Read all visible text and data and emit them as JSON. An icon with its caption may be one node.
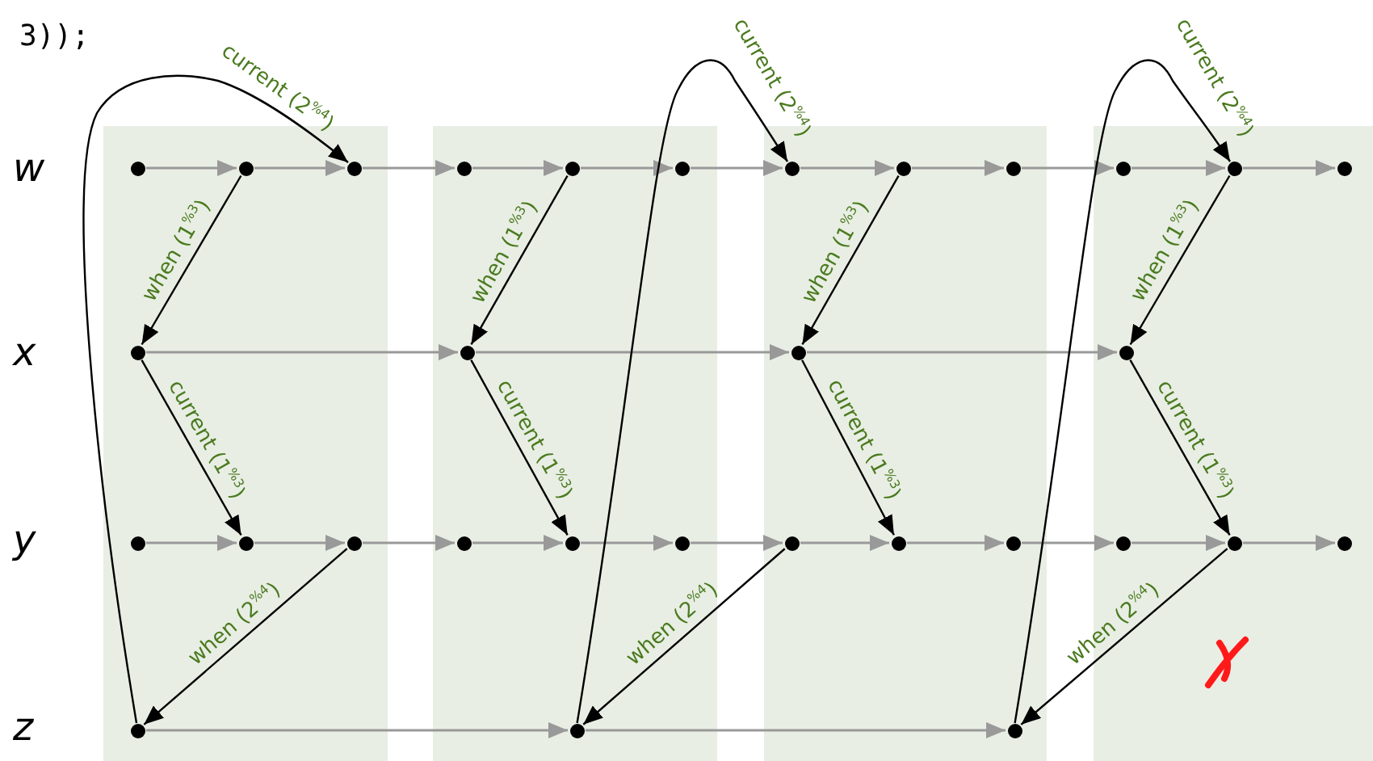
{
  "diagram": {
    "nodes": [
      {
        "text": [],
        "shape": "circle"
      },
      {
        "text": [],
        "shape": "circle"
      },
      {
        "text": [],
        "shape": "circle"
      },
      {
        "text": [],
        "shape": "circle"
      },
      {
        "text": [],
        "shape": "circle"
      },
      {
        "text": [],
        "shape": "circle"
      },
      {
        "text": [],
        "shape": "circle"
      },
      {
        "text": [],
        "shape": "circle"
      },
      {
        "text": [],
        "shape": "circle"
      },
      {
        "text": [],
        "shape": "circle"
      },
      {
        "text": [],
        "shape": "circle"
      },
      {
        "text": [],
        "shape": "circle"
      },
      {
        "text": [],
        "shape": "circle"
      },
      {
        "text": [],
        "shape": "circle"
      },
      {
        "text": [],
        "shape": "circle"
      },
      {
        "text": [],
        "shape": "circle"
      },
      {
        "text": [],
        "shape": "circle"
      },
      {
        "text": [],
        "shape": "circle"
      },
      {
        "text": [],
        "shape": "circle"
      },
      {
        "text": [],
        "shape": "circle"
      },
      {
        "text": [],
        "shape": "circle"
      },
      {
        "text": [],
        "shape": "circle"
      },
      {
        "text": [],
        "shape": "circle"
      },
      {
        "text": [],
        "shape": "circle"
      },
      {
        "text": [],
        "shape": "circle"
      },
      {
        "text": [],
        "shape": "circle"
      },
      {
        "text": [],
        "shape": "circle"
      },
      {
        "text": [],
        "shape": "circle"
      },
      {
        "text": [],
        "shape": "circle"
      },
      {
        "text": [],
        "shape": "circle"
      },
      {
        "text": [],
        "shape": "circle"
      }
    ],
    "edges": [
      {
        "from": 0,
        "to": 1,
        "arrow": "to"
      },
      {
        "from": 1,
        "to": 2,
        "arrow": "to"
      },
      {
        "from": 2,
        "to": 3,
        "arrow": "to"
      },
      {
        "from": 3,
        "to": 4,
        "arrow": "to"
      },
      {
        "from": 4,
        "to": 5,
        "arrow": "to"
      },
      {
        "from": 5,
        "to": 6,
        "arrow": "to"
      },
      {
        "from": 6,
        "to": 7,
        "arrow": "to"
      },
      {
        "from": 7,
        "to": 8,
        "arrow": "to"
      },
      {
        "from": 8,
        "to": 9,
        "arrow": "to"
      },
      {
        "from": 9,
        "to": 10,
        "arrow": "to"
      },
      {
        "from": 10,
        "to": 11,
        "arrow": "to"
      },
      {
        "from": 12,
        "to": 13,
        "arrow": "to"
      },
      {
        "from": 13,
        "to": 14,
        "arrow": "to"
      },
      {
        "from": 14,
        "to": 15,
        "arrow": "to"
      },
      {
        "from": 16,
        "to": 17,
        "arrow": "to"
      },
      {
        "from": 17,
        "to": 18,
        "arrow": "to"
      },
      {
        "from": 18,
        "to": 19,
        "arrow": "to"
      },
      {
        "from": 19,
        "to": 20,
        "arrow": "to"
      },
      {
        "from": 20,
        "to": 21,
        "arrow": "to"
      },
      {
        "from": 21,
        "to": 22,
        "arrow": "to"
      },
      {
        "from": 22,
        "to": 23,
        "arrow": "to"
      },
      {
        "from": 23,
        "to": 24,
        "arrow": "to"
      },
      {
        "from": 24,
        "to": 25,
        "arrow": "to"
      },
      {
        "from": 25,
        "to": 26,
        "arrow": "to"
      },
      {
        "from": 26,
        "to": 27,
        "arrow": "to"
      },
      {
        "from": 28,
        "to": 29,
        "arrow": "to"
      },
      {
        "from": 29,
        "to": 30,
        "arrow": "to"
      },
      {
        "from": 28,
        "to": 2,
        "arrow": "to",
        "label": "current (2$^{%4}$)",
        "color": "#000000"
      },
      {
        "from": 1,
        "to": 12,
        "arrow": "to",
        "label": "when (1$^{%3}$)",
        "color": "#000000"
      },
      {
        "from": 12,
        "to": 17,
        "arrow": "to",
        "label": "current (1$^{%3}$)",
        "color": "#000000"
      },
      {
        "from": 18,
        "to": 28,
        "arrow": "to",
        "label": "when (2$^{%4}$)",
        "color": "#000000"
      },
      {
        "from": 29,
        "to": 6,
        "arrow": "to",
        "label": "current (2$^{%4}$)",
        "color": "#000000"
      },
      {
        "from": 4,
        "to": 13,
        "arrow": "to",
        "label": "when (1$^{%3}$)",
        "color": "#000000"
      },
      {
        "from": 13,
        "to": 20,
        "arrow": "to",
        "label": "current (1$^{%3}$)",
        "color": "#000000"
      },
      {
        "from": 22,
        "to": 29,
        "arrow": "to",
        "label": "when (2$^{%4}$)",
        "color": "#000000"
      },
      {
        "from": 30,
        "to": 10,
        "arrow": "to",
        "label": "current (2$^{%4}$)",
        "color": "#000000"
      },
      {
        "from": 7,
        "to": 14,
        "arrow": "to",
        "label": "when (1$^{%3}$)",
        "color": "#000000"
      },
      {
        "from": 14,
        "to": 23,
        "arrow": "to",
        "label": "current (1$^{%3}$)",
        "color": "#000000"
      },
      {
        "from": 26,
        "to": 30,
        "arrow": "to",
        "label": "when (2$^{%4}$)",
        "color": "#000000"
      },
      {
        "from": 10,
        "to": 15,
        "arrow": "to",
        "label": "when (1$^{%3}$)",
        "color": "#000000"
      },
      {
        "from": 15,
        "to": 26,
        "arrow": "to",
        "label": "current (1$^{%3}$)",
        "color": "#000000"
      }
    ],
    "labels": [
      "3));",
      "w",
      "x",
      "y",
      "z"
    ]
  }
}
